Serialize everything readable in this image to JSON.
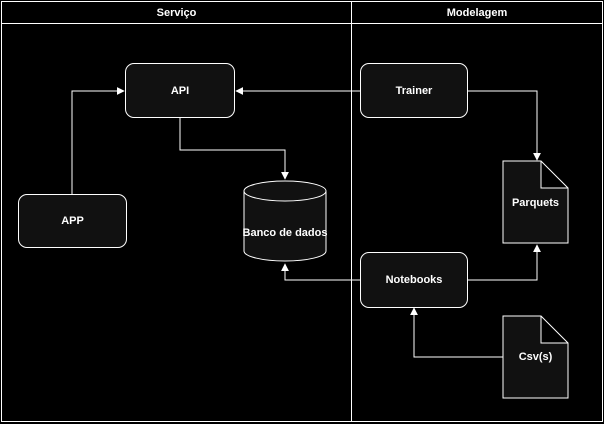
{
  "lanes": {
    "servico": "Serviço",
    "modelagem": "Modelagem"
  },
  "nodes": {
    "api": "API",
    "app": "APP",
    "trainer": "Trainer",
    "banco": "Banco de dados",
    "notebooks": "Notebooks",
    "parquets": "Parquets",
    "csv": "Csv(s)"
  },
  "colors": {
    "background": "#000000",
    "stroke": "#ffffff",
    "node_fill": "#111111"
  }
}
